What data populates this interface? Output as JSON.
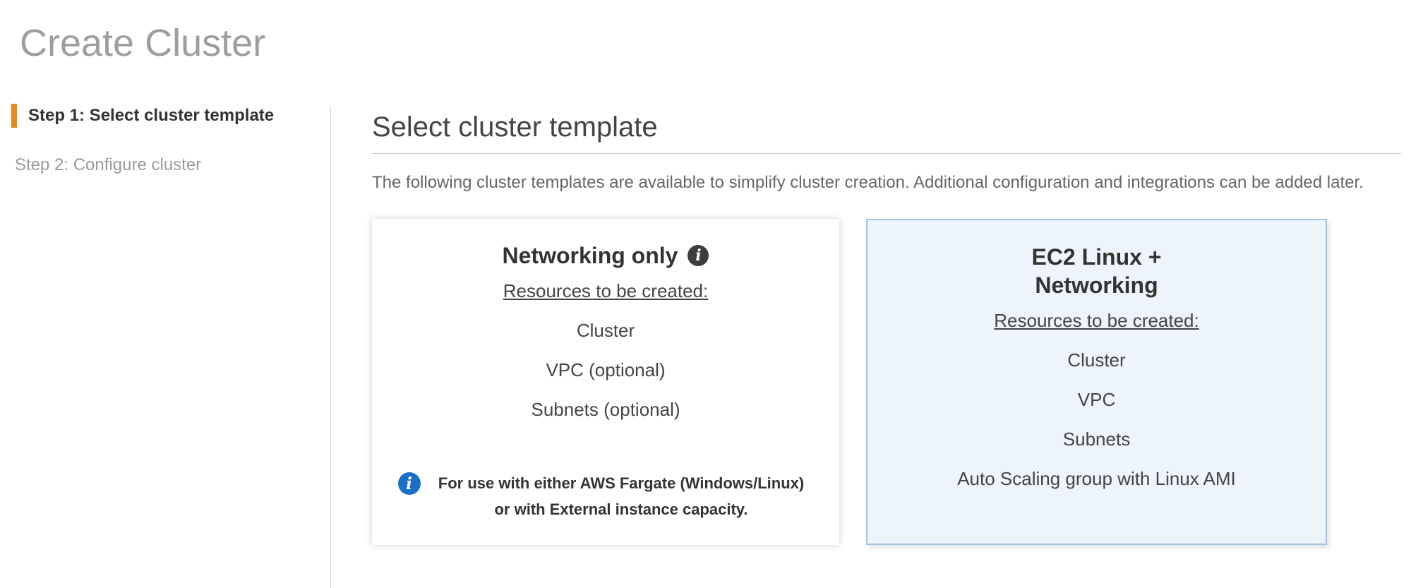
{
  "page": {
    "title": "Create Cluster"
  },
  "steps": [
    {
      "label": "Step 1: Select cluster template",
      "active": true
    },
    {
      "label": "Step 2: Configure cluster",
      "active": false
    }
  ],
  "main": {
    "heading": "Select cluster template",
    "description": "The following cluster templates are available to simplify cluster creation. Additional configuration and integrations can be added later."
  },
  "templates": [
    {
      "title": "Networking only",
      "resources_label": "Resources to be created:",
      "resources": [
        "Cluster",
        "VPC (optional)",
        "Subnets (optional)"
      ],
      "note": "For use with either AWS Fargate (Windows/Linux) or with External instance capacity.",
      "selected": false
    },
    {
      "title": "EC2 Linux + Networking",
      "resources_label": "Resources to be created:",
      "resources": [
        "Cluster",
        "VPC",
        "Subnets",
        "Auto Scaling group with Linux AMI"
      ],
      "selected": true
    }
  ],
  "icons": {
    "info_glyph": "i"
  },
  "colors": {
    "page_title": "#9e9e9e",
    "accent_orange": "#e8871f",
    "step_active_text": "#333333",
    "step_inactive_text": "#9b9b9b",
    "heading_text": "#444444",
    "body_text": "#666666",
    "card_title_text": "#333333",
    "card_text": "#444444",
    "divider": "#d9d9d9",
    "selected_card_bg": "#edf4fb",
    "selected_card_border": "#a2c4e6",
    "info_icon_dark": "#3d3d3d",
    "info_icon_blue": "#1c6fc7"
  }
}
